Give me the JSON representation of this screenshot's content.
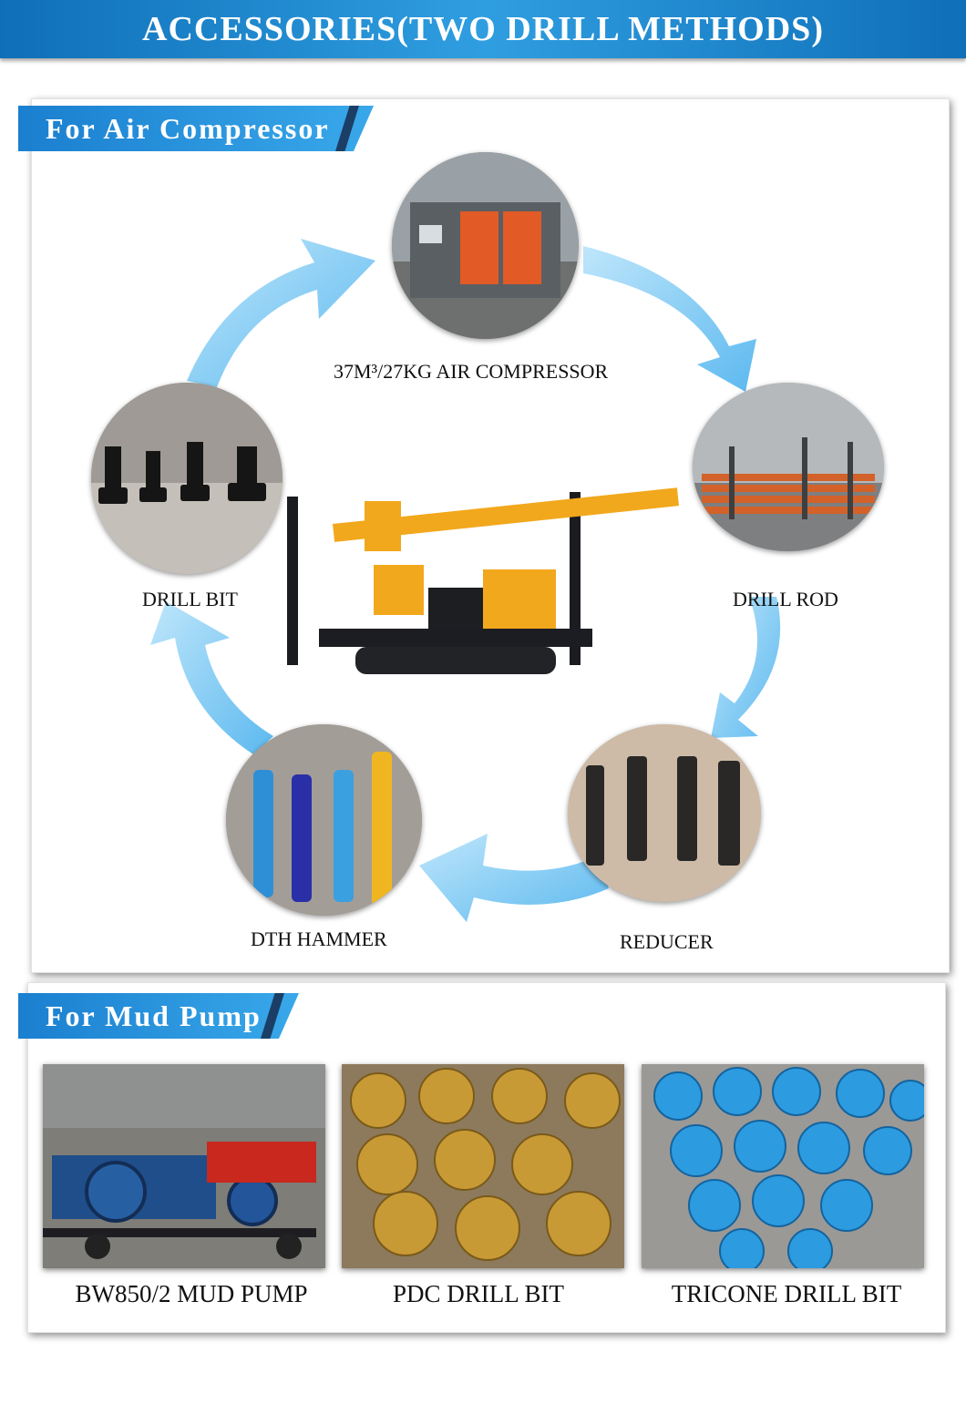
{
  "banner": {
    "title": "ACCESSORIES(TWO DRILL METHODS)"
  },
  "air_section": {
    "tag": "For Air Compressor",
    "items": [
      {
        "label": "37M³/27KG AIR COMPRESSOR",
        "icon": "air-compressor-photo"
      },
      {
        "label": "DRILL ROD",
        "icon": "drill-rod-photo"
      },
      {
        "label": "REDUCER",
        "icon": "reducer-photo"
      },
      {
        "label": "DTH HAMMER",
        "icon": "dth-hammer-photo"
      },
      {
        "label": "DRILL BIT",
        "icon": "drill-bit-photo"
      }
    ],
    "center_icon": "crawler-drilling-rig-photo",
    "colors": {
      "arrow": "#6cc3f2",
      "tag": "#2b95de"
    }
  },
  "mud_section": {
    "tag": "For Mud Pump",
    "items": [
      {
        "label": "BW850/2 MUD PUMP",
        "icon": "mud-pump-photo"
      },
      {
        "label": "PDC DRILL BIT",
        "icon": "pdc-drill-bit-photo"
      },
      {
        "label": "TRICONE DRILL BIT",
        "icon": "tricone-drill-bit-photo"
      }
    ]
  }
}
